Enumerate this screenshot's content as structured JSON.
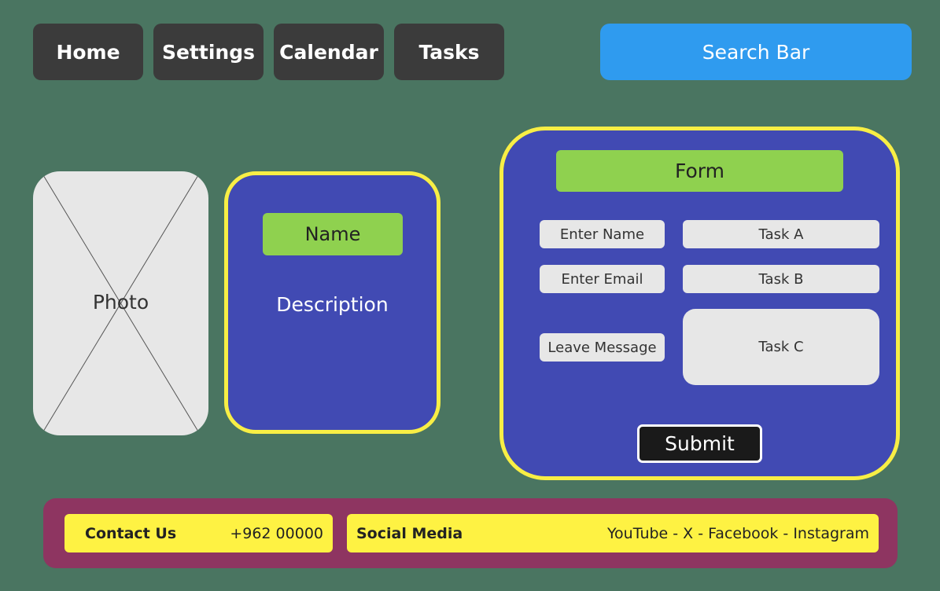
{
  "nav": {
    "items": [
      {
        "label": "Home"
      },
      {
        "label": "Settings"
      },
      {
        "label": "Calendar"
      },
      {
        "label": "Tasks"
      }
    ],
    "search_label": "Search Bar"
  },
  "photo": {
    "label": "Photo"
  },
  "profile": {
    "name": "Name",
    "description": "Description"
  },
  "form": {
    "title": "Form",
    "fields": {
      "name": "Enter Name",
      "email": "Enter Email",
      "message": "Leave Message"
    },
    "tasks": {
      "a": "Task A",
      "b": "Task B",
      "c": "Task C"
    },
    "submit_label": "Submit"
  },
  "footer": {
    "contact_label": "Contact Us",
    "contact_phone": "+962 00000",
    "social_label": "Social Media",
    "social_links": "YouTube - X - Facebook - Instagram"
  },
  "colors": {
    "background": "#4a7561",
    "nav_button": "#3b3b3b",
    "search": "#2f9bef",
    "card": "#414ab3",
    "card_border": "#f8ee45",
    "badge": "#8fd14f",
    "field": "#e7e7e7",
    "footer": "#8e3561",
    "footer_box": "#fef243"
  }
}
